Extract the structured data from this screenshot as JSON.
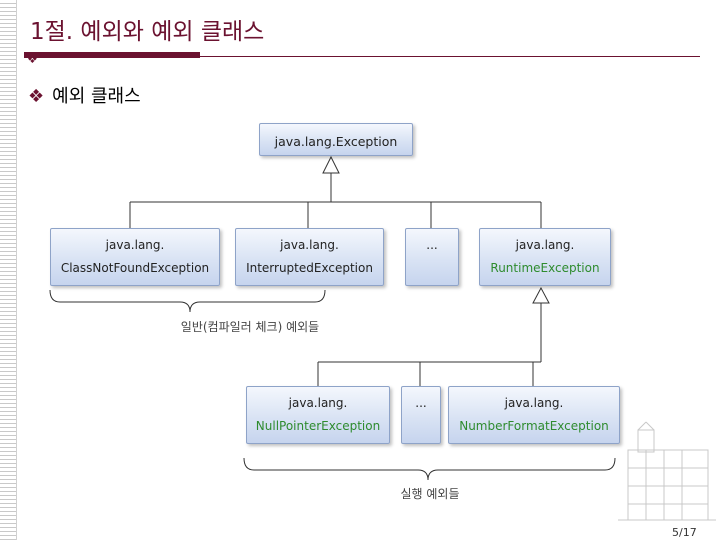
{
  "slide": {
    "title": "1절. 예외와 예외 클래스",
    "subhead": "예외 클래스",
    "page": "5/17",
    "accent": "#6b1230"
  },
  "diagram": {
    "root": {
      "line1": "java.lang.Exception"
    },
    "checked": [
      {
        "line1": "java.lang.",
        "line2": "ClassNotFoundException"
      },
      {
        "line1": "java.lang.",
        "line2": "InterruptedException"
      },
      {
        "line1": "..."
      }
    ],
    "runtime": {
      "line1": "java.lang.",
      "line2": "RuntimeException"
    },
    "unchecked": [
      {
        "line1": "java.lang.",
        "line2": "NullPointerException"
      },
      {
        "line1": "..."
      },
      {
        "line1": "java.lang.",
        "line2": "NumberFormatException"
      }
    ],
    "checked_label": "일반(컴파일러 체크) 예외들",
    "runtime_label": "실행 예외들"
  }
}
